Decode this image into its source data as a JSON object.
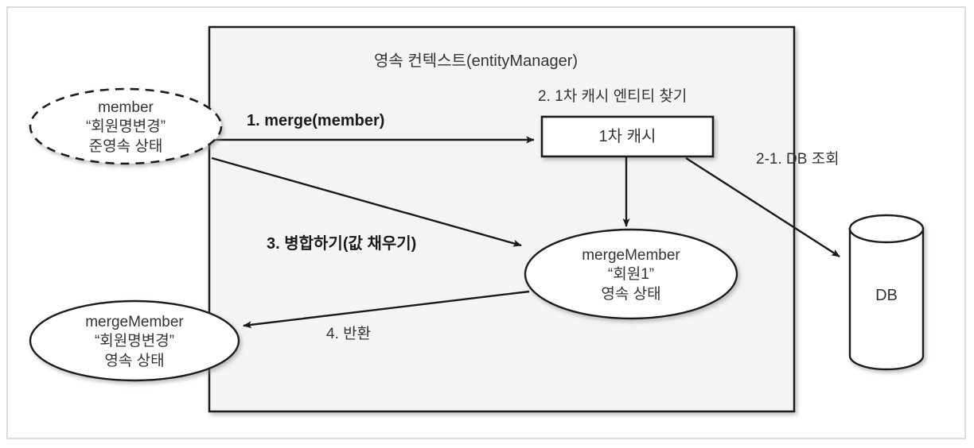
{
  "diagram": {
    "title": "영속 컨텍스트(entityManager)",
    "container_label": "영속 컨텍스트(entityManager)",
    "colors": {
      "context_fill": "#f4f4f4",
      "context_stroke": "#1a1a1a",
      "node_fill": "#ffffff",
      "node_stroke": "#1a1a1a",
      "text": "#333333",
      "page_border": "#dcdcdc",
      "arrow": "#1a1a1a"
    },
    "nodes": {
      "detached_member": {
        "name": "member",
        "lines": [
          "member",
          "“회원명변경”",
          "준영속 상태"
        ],
        "line1": "member",
        "line2": "“회원명변경”",
        "line3": "준영속 상태",
        "shape": "dashed-ellipse"
      },
      "first_level_cache": {
        "label": "1차 캐시",
        "shape": "rectangle"
      },
      "merge_member_managed": {
        "line1": "mergeMember",
        "line2": "“회원1”",
        "line3": "영속 상태",
        "shape": "ellipse"
      },
      "merge_member_returned": {
        "line1": "mergeMember",
        "line2": "“회원명변경”",
        "line3": "영속 상태",
        "shape": "ellipse"
      },
      "database": {
        "label": "DB",
        "shape": "cylinder"
      }
    },
    "edges": [
      {
        "id": "step1",
        "label": "1. merge(member)",
        "bold": true,
        "from": "detached_member",
        "to": "first_level_cache"
      },
      {
        "id": "step2",
        "label": "2. 1차 캐시 엔티티 찾기",
        "bold": false,
        "from": "first_level_cache",
        "to": "merge_member_managed"
      },
      {
        "id": "step2_1",
        "label": "2-1. DB 조회",
        "bold": false,
        "from": "first_level_cache",
        "to": "database"
      },
      {
        "id": "step3",
        "label": "3. 병합하기(값 채우기)",
        "bold": true,
        "from": "detached_member",
        "to": "merge_member_managed"
      },
      {
        "id": "step4",
        "label": "4. 반환",
        "bold": false,
        "from": "merge_member_managed",
        "to": "merge_member_returned"
      }
    ]
  }
}
